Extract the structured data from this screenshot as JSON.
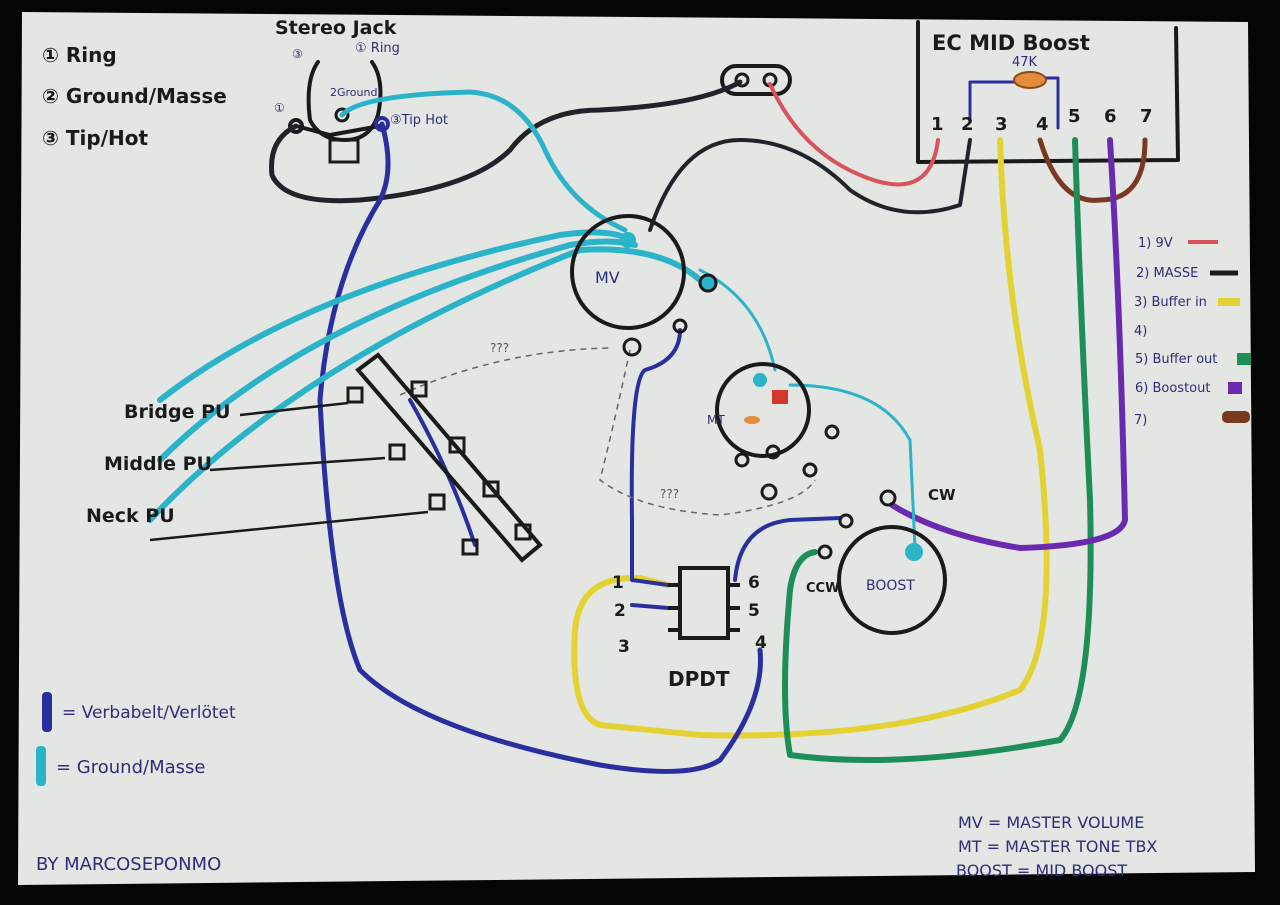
{
  "legend_top_left": {
    "items": [
      "① Ring",
      "② Ground/Masse",
      "③ Tip/Hot"
    ]
  },
  "jack": {
    "title": "Stereo Jack",
    "label_ring": "① Ring",
    "label_ground": "2Ground",
    "label_tip": "③Tip Hot",
    "label_3": "③",
    "label_1": "①"
  },
  "module": {
    "title": "EC MID Boost",
    "resistor": "47K",
    "pins": [
      "1",
      "2",
      "3",
      "4",
      "5",
      "6",
      "7"
    ]
  },
  "pin_legend": {
    "items": [
      {
        "label": "1) 9V",
        "color": "#d9535c"
      },
      {
        "label": "2) MASSE",
        "color": "#1c1c1c"
      },
      {
        "label": "3) Buffer in",
        "color": "#e3d232"
      },
      {
        "label": "4)",
        "color": ""
      },
      {
        "label": "5) Buffer out",
        "color": "#1e8e58"
      },
      {
        "label": "6) Boostout",
        "color": "#6a2ab0"
      },
      {
        "label": "7)",
        "color": "#7a3a22"
      }
    ]
  },
  "components": {
    "mv": "MV",
    "mt": "MT",
    "boost": "BOOST",
    "cw": "CW",
    "ccw": "CCW",
    "dpdt": "DPDT",
    "dpdt_pins": [
      "1",
      "2",
      "3",
      "6",
      "5",
      "4"
    ],
    "unknown_1": "???",
    "unknown_2": "???"
  },
  "pickups": [
    "Bridge PU",
    "Middle PU",
    "Neck PU"
  ],
  "legend_bottom_left": {
    "soldered": "= Verbabelt/Verlötet",
    "ground": "= Ground/Masse",
    "soldered_color": "#2a2fa0",
    "ground_color": "#2bb3c9"
  },
  "signature": "BY MARCOSEPONMO",
  "abbreviations": [
    "MV = MASTER VOLUME",
    "MT = MASTER TONE TBX",
    "BOOST = MID BOOST"
  ]
}
